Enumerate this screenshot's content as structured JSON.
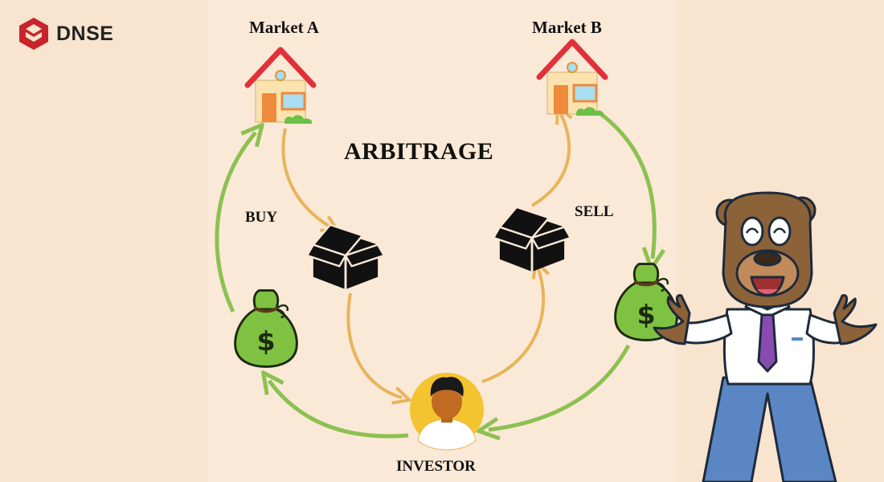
{
  "brand": {
    "name": "DNSE"
  },
  "diagram": {
    "title": "ARBITRAGE",
    "market_a": "Market A",
    "market_b": "Market B",
    "buy": "BUY",
    "sell": "SELL",
    "investor": "INVESTOR"
  },
  "colors": {
    "background": "#f8e4cf",
    "flow_goods": "#e8b45a",
    "flow_money": "#8cc152",
    "brand": "#c8242b"
  },
  "icons": [
    "house-icon",
    "box-icon",
    "money-bag-icon",
    "investor-avatar-icon",
    "bear-mascot"
  ]
}
